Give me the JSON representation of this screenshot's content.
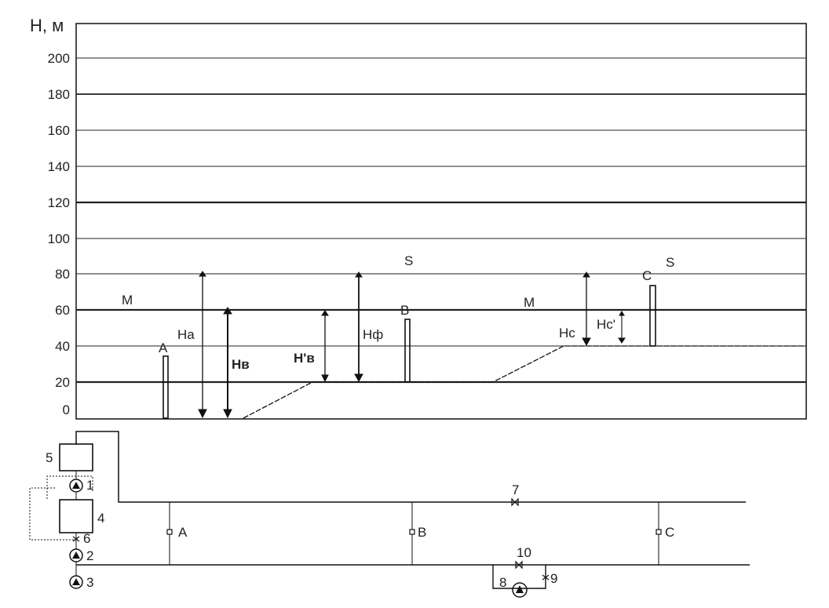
{
  "axis": {
    "title": "H, м",
    "ticks": [
      "200",
      "180",
      "160",
      "140",
      "120",
      "100",
      "80",
      "60",
      "40",
      "20",
      "0"
    ]
  },
  "profile_labels": {
    "line_s_left": "S",
    "line_s_right": "S",
    "line_m_left": "M",
    "line_m_right": "M",
    "tower_a": "A",
    "tower_b": "B",
    "tower_c": "C",
    "h_a": "Hа",
    "h_v": "Hв",
    "h_v_prime": "H'в",
    "h_f": "Hф",
    "h_c": "Hс",
    "h_c_prime": "Hс'"
  },
  "scheme_labels": {
    "n5": "5",
    "n1": "1",
    "n4": "4",
    "n6": "6",
    "n2": "2",
    "n3": "3",
    "n7": "7",
    "n10": "10",
    "n8": "8",
    "n9": "9",
    "node_a": "A",
    "node_b": "B",
    "node_c": "C"
  },
  "colors": {
    "line": "#111111",
    "grid": "#222222",
    "background": "#ffffff"
  }
}
